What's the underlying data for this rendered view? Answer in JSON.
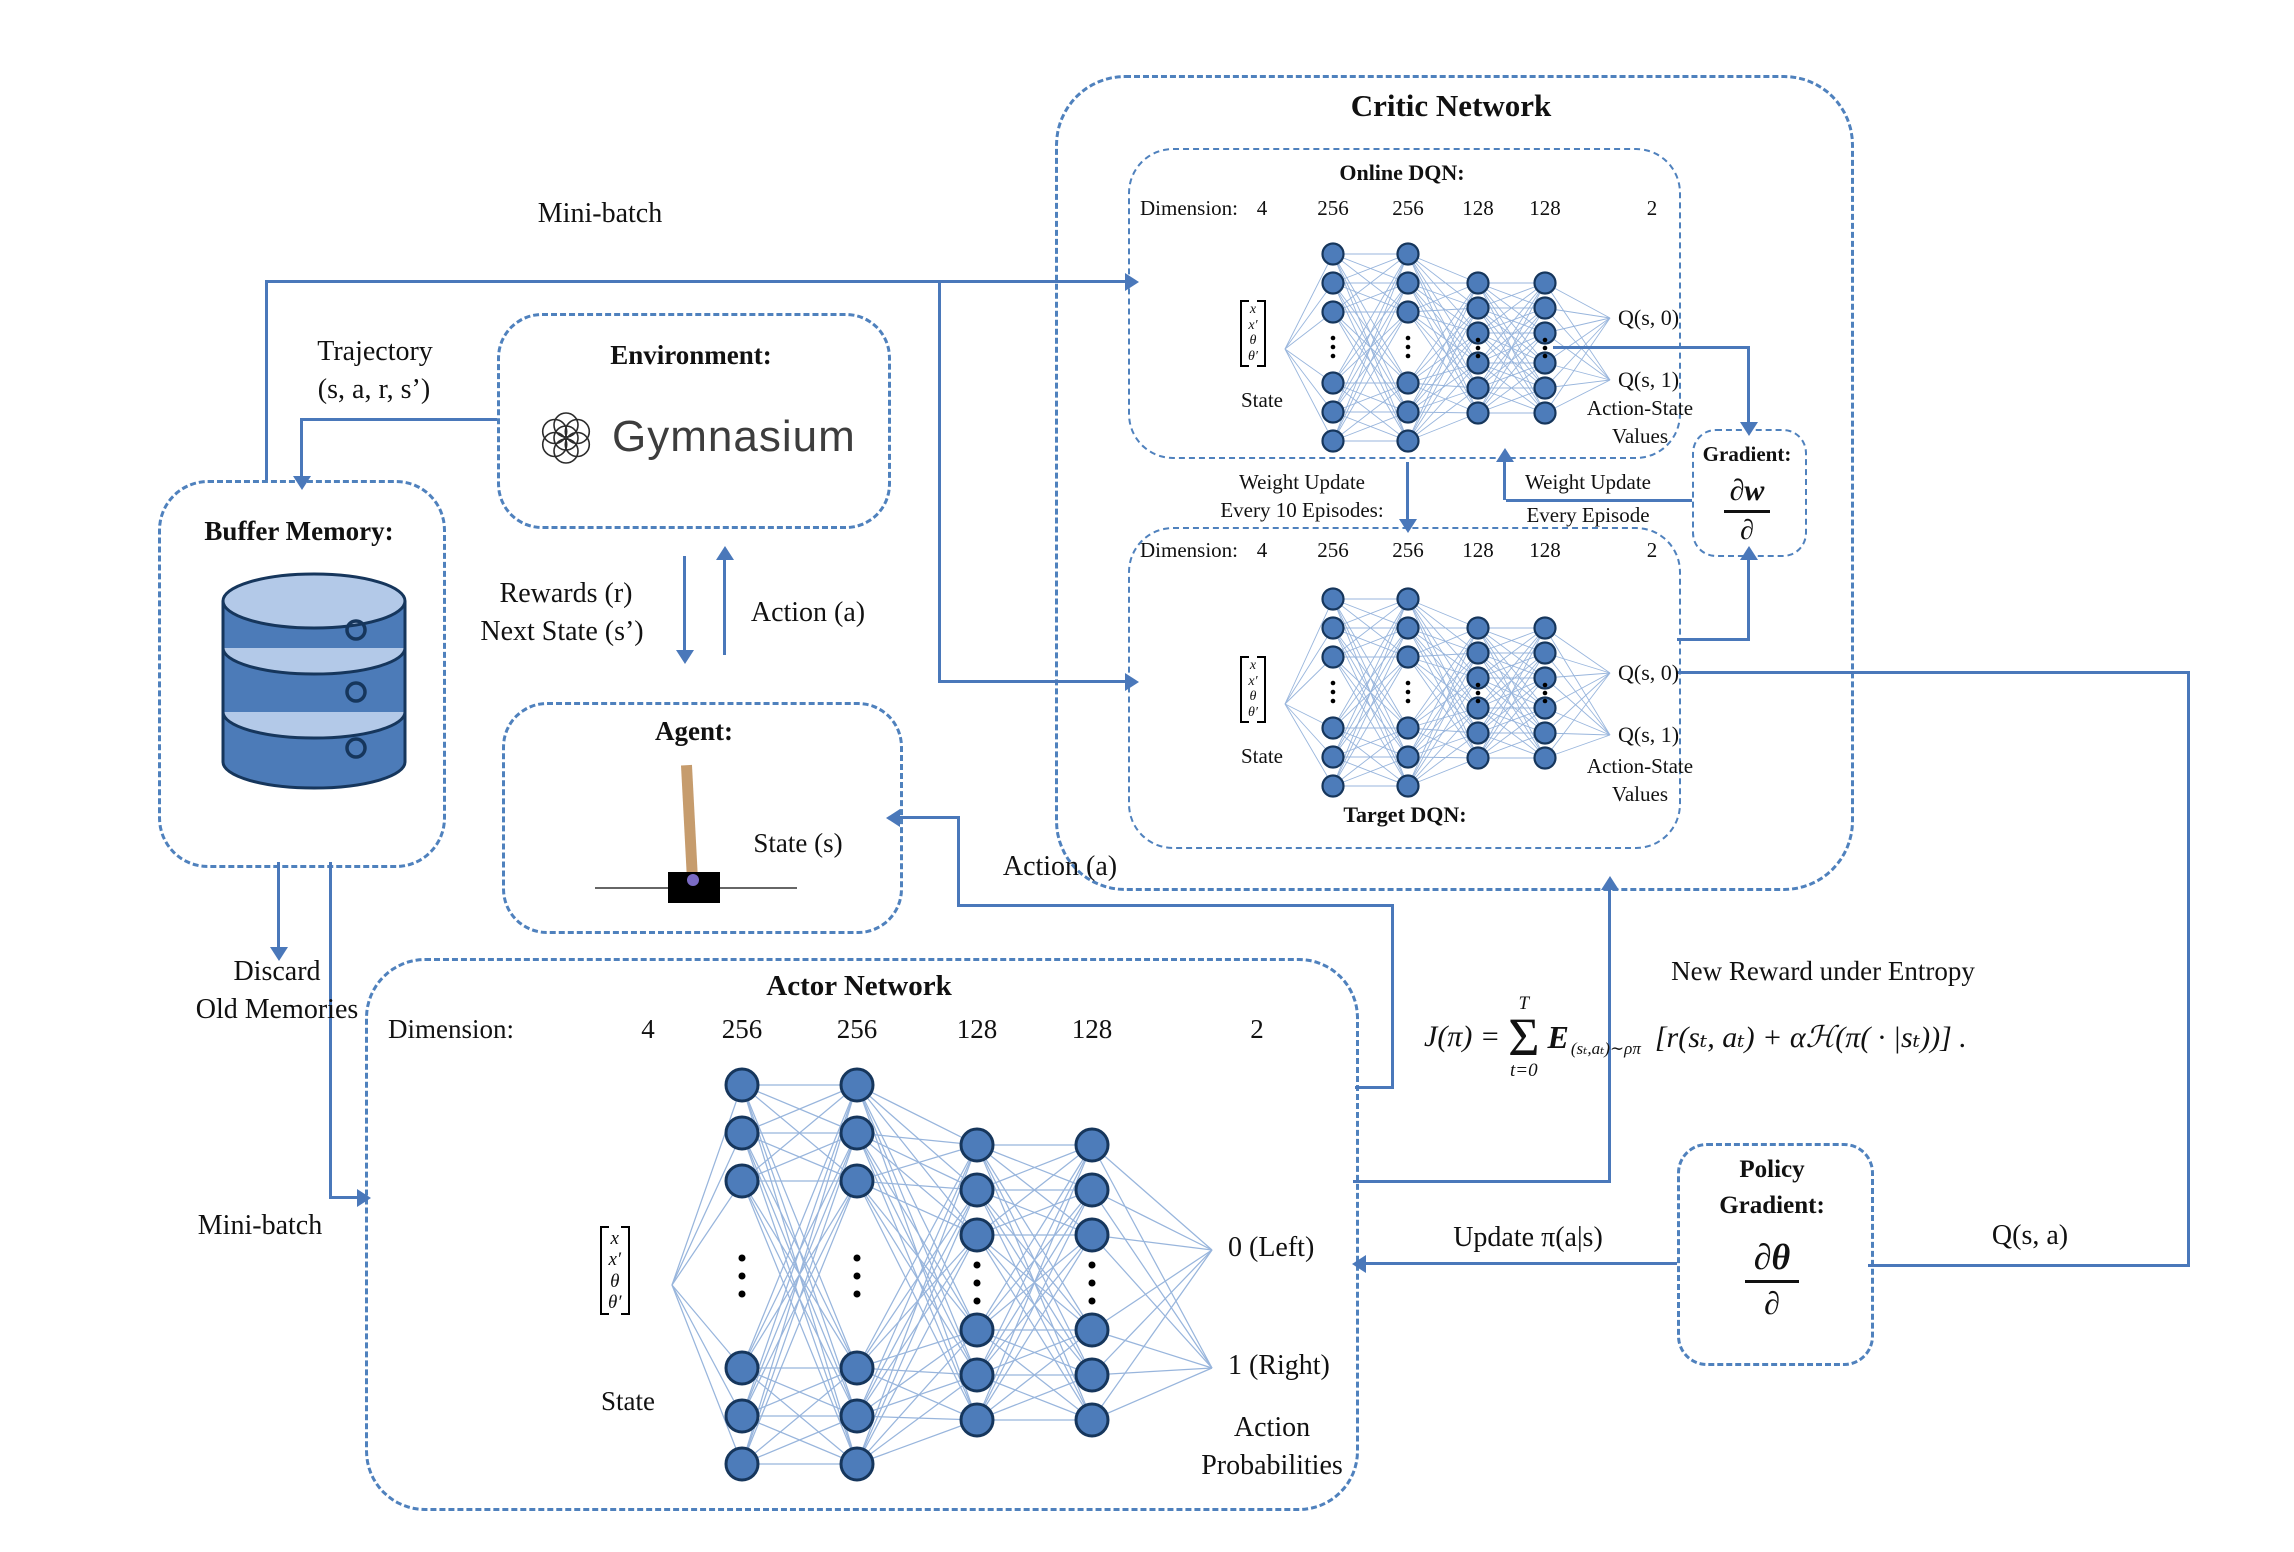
{
  "colors": {
    "accent_line": "#4a78ba",
    "dashed_border": "#4f81bd",
    "node_fill": "#4d7cba",
    "node_stroke": "#16365c",
    "edge": "#7fa3d4",
    "cylinder_body": "#4c7bb8",
    "cylinder_light": "#b3c9e8",
    "pole": "#c69c6d",
    "cart": "#000000",
    "joint": "#7a6bc4"
  },
  "top": {
    "mini_batch": "Mini-batch"
  },
  "trajectory": {
    "line1": "Trajectory",
    "line2": "(s, a, r, s’)"
  },
  "buffer": {
    "title": "Buffer Memory:",
    "discard1": "Discard",
    "discard2": "Old Memories",
    "mini_batch": "Mini-batch"
  },
  "environment": {
    "title": "Environment:",
    "logo": "Gymnasium",
    "rewards": "Rewards (r)",
    "next_state": "Next State (s’)",
    "action": "Action (a)"
  },
  "agent": {
    "title": "Agent:",
    "state": "State (s)",
    "action_in": "Action (a)"
  },
  "critic": {
    "title": "Critic Network",
    "wu10_1": "Weight Update",
    "wu10_2": "Every 10 Episodes:",
    "wuep_1": "Weight Update",
    "wuep_2": "Every Episode",
    "online": {
      "title": "Online DQN:",
      "dim_label": "Dimension:",
      "dims": [
        "4",
        "256",
        "256",
        "128",
        "128",
        "2"
      ],
      "vector": [
        "x",
        "x′",
        "θ",
        "θ′"
      ],
      "state": "State",
      "q0": "Q(s, 0)",
      "q1": "Q(s, 1)",
      "caption1": "Action-State",
      "caption2": "Values"
    },
    "target": {
      "title": "Target DQN:",
      "dim_label": "Dimension:",
      "dims": [
        "4",
        "256",
        "256",
        "128",
        "128",
        "2"
      ],
      "vector": [
        "x",
        "x′",
        "θ",
        "θ′"
      ],
      "state": "State",
      "q0": "Q(s, 0)",
      "q1": "Q(s, 1)",
      "caption1": "Action-State",
      "caption2": "Values"
    }
  },
  "gradient": {
    "title": "Gradient:",
    "num": "∂w",
    "den": "∂"
  },
  "actor": {
    "title": "Actor Network",
    "dim_label": "Dimension:",
    "dims": [
      "4",
      "256",
      "256",
      "128",
      "128",
      "2"
    ],
    "vector": [
      "x",
      "x′",
      "θ",
      "θ′"
    ],
    "state": "State",
    "out0": "0 (Left)",
    "out1": "1 (Right)",
    "caption1": "Action",
    "caption2": "Probabilities"
  },
  "formula": {
    "annotation": "New Reward under Entropy",
    "lhs": "J(π) =",
    "sum_top": "T",
    "sum": "Σ",
    "sum_bot": "t=0",
    "e": "E",
    "e_sub": "(sₜ,aₜ)∼ρπ",
    "rhs": "[r(sₜ, aₜ) + αℋ(π( · |sₜ))] ."
  },
  "policy": {
    "title1": "Policy",
    "title2": "Gradient:",
    "num": "∂θ",
    "den": "∂",
    "update": "Update π(a|s)",
    "q": "Q(s, a)"
  }
}
